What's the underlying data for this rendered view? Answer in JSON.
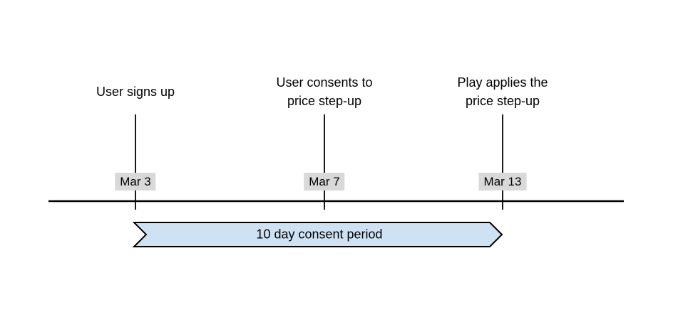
{
  "diagram": {
    "type": "timeline",
    "events": [
      {
        "caption": "User signs up",
        "date": "Mar 3"
      },
      {
        "caption": "User consents to price step-up",
        "date": "Mar 7"
      },
      {
        "caption": "Play applies the price step-up",
        "date": "Mar 13"
      }
    ],
    "period_label": "10 day consent period",
    "colors": {
      "background": "#ffffff",
      "line": "#000000",
      "text": "#000000",
      "date_label_bg": "#d9d9d9",
      "banner_fill": "#cfe2f3",
      "banner_border": "#000000"
    }
  }
}
